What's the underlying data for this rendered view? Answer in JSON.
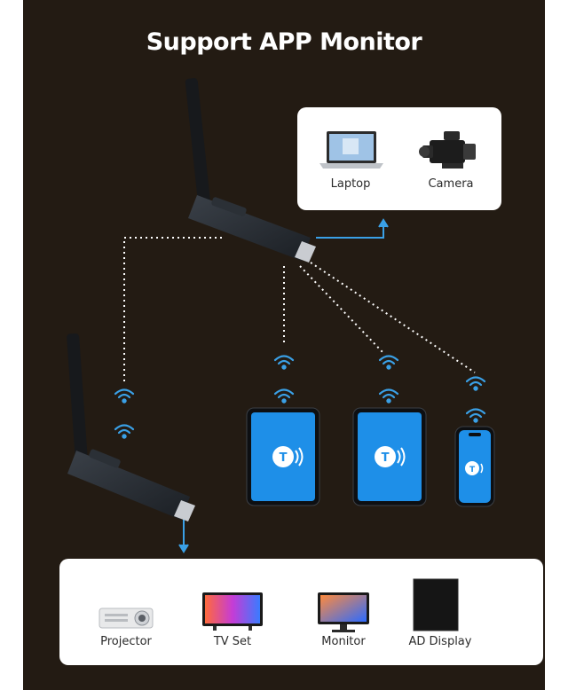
{
  "title": "Support APP Monitor",
  "source_devices": {
    "laptop": "Laptop",
    "camera": "Camera"
  },
  "display_devices": {
    "projector": "Projector",
    "tv_set": "TV Set",
    "monitor": "Monitor",
    "ad_display": "AD Display"
  },
  "colors": {
    "background": "#231b13",
    "link_line": "#3aa0e6",
    "dotted_line": "#ffffff",
    "device_screen": "#1e8fe8"
  },
  "icons": [
    "wifi-icon",
    "cast-app-icon",
    "arrow-icon",
    "antenna-dongle-icon"
  ]
}
